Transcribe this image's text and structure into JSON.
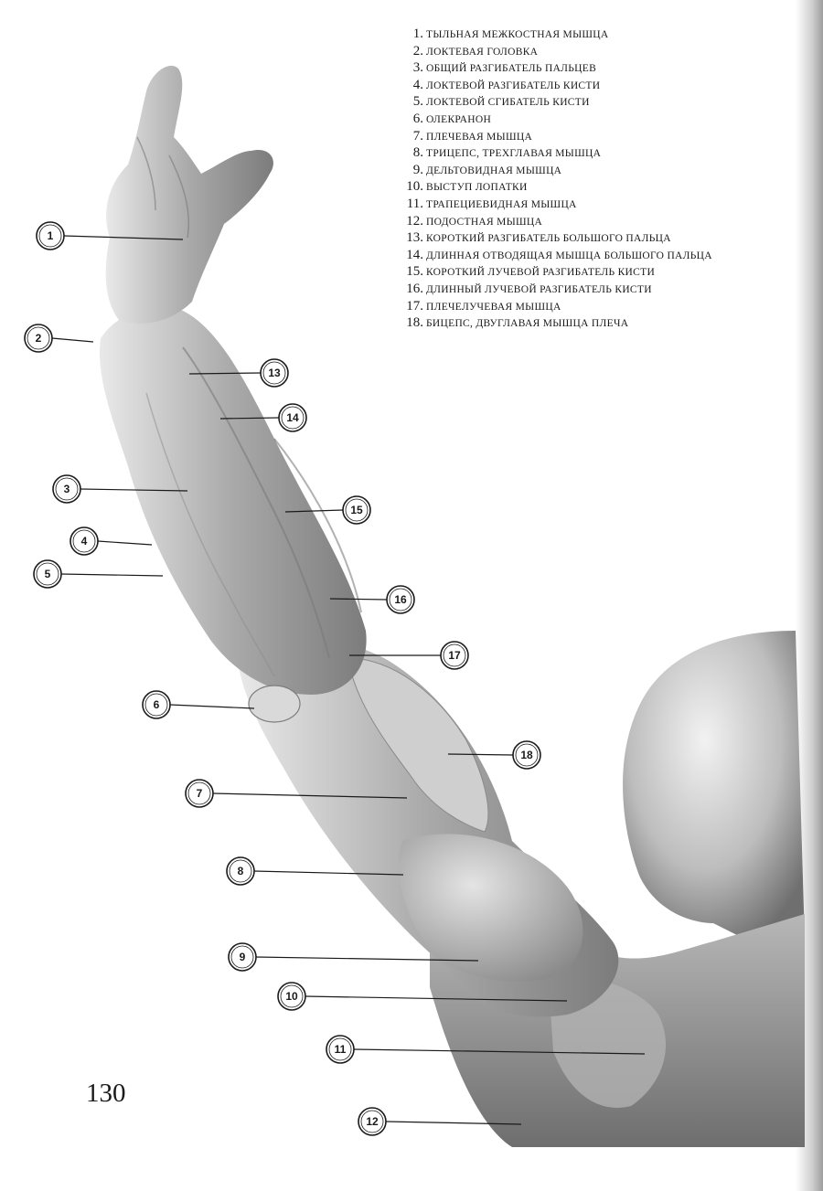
{
  "legend": [
    {
      "number": "1.",
      "text": "тыльная межкостная мышца"
    },
    {
      "number": "2.",
      "text": "локтевая головка"
    },
    {
      "number": "3.",
      "text": "общий разгибатель пальцев"
    },
    {
      "number": "4.",
      "text": "локтевой разгибатель кисти"
    },
    {
      "number": "5.",
      "text": "локтевой сгибатель кисти"
    },
    {
      "number": "6.",
      "text": "олекранон"
    },
    {
      "number": "7.",
      "text": "плечевая мышца"
    },
    {
      "number": "8.",
      "text": "трицепс, трехглавая мышца"
    },
    {
      "number": "9.",
      "text": "дельтовидная мышца"
    },
    {
      "number": "10.",
      "text": "выступ лопатки"
    },
    {
      "number": "11.",
      "text": "трапециевидная мышца"
    },
    {
      "number": "12.",
      "text": "подостная мышца"
    },
    {
      "number": "13.",
      "text": "короткий разгибатель большого пальца"
    },
    {
      "number": "14.",
      "text": "длинная отводящая мышца большого пальца"
    },
    {
      "number": "15.",
      "text": "короткий лучевой разгибатель кисти"
    },
    {
      "number": "16.",
      "text": "длинный лучевой разгибатель кисти"
    },
    {
      "number": "17.",
      "text": "плечелучевая мышца"
    },
    {
      "number": "18.",
      "text": "бицепс, двуглавая мышца плеча"
    }
  ],
  "callouts": {
    "c1": "1",
    "c2": "2",
    "c3": "3",
    "c4": "4",
    "c5": "5",
    "c6": "6",
    "c7": "7",
    "c8": "8",
    "c9": "9",
    "c10": "10",
    "c11": "11",
    "c12": "12",
    "c13": "13",
    "c14": "14",
    "c15": "15",
    "c16": "16",
    "c17": "17",
    "c18": "18"
  },
  "page_number": "130",
  "colors": {
    "ink": "#1a1a1a",
    "shade_dark": "#7a7a7a",
    "shade_light": "#dcdcdc"
  }
}
